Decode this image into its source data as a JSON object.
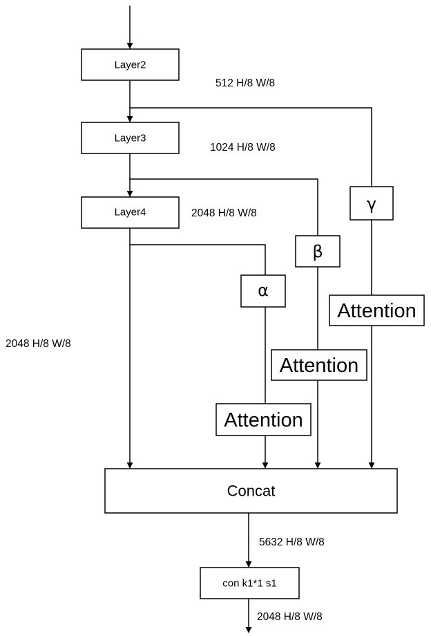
{
  "nodes": {
    "layer2": "Layer2",
    "layer3": "Layer3",
    "layer4": "Layer4",
    "gamma": "γ",
    "beta": "β",
    "alpha": "α",
    "attention_gamma": "Attention",
    "attention_beta": "Attention",
    "attention_alpha": "Attention",
    "concat": "Concat",
    "conv": "con k1*1 s1"
  },
  "edge_labels": {
    "layer2_out": "512 H/8 W/8",
    "layer3_out": "1024 H/8 W/8",
    "layer4_out": "2048 H/8 W/8",
    "layer4_direct": "2048 H/8 W/8",
    "concat_out": "5632 H/8 W/8",
    "final_out": "2048 H/8 W/8"
  }
}
